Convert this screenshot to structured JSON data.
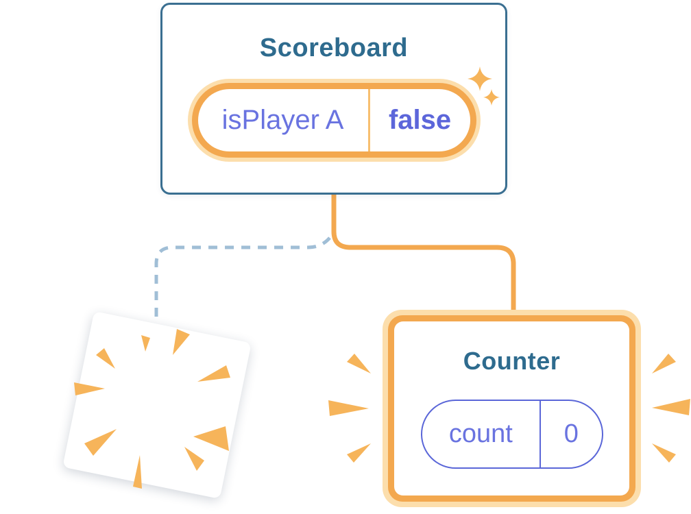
{
  "scoreboard": {
    "title": "Scoreboard",
    "state_pill": {
      "name": "isPlayer A",
      "value": "false"
    }
  },
  "counter": {
    "title": "Counter",
    "state_pill": {
      "name": "count",
      "value": "0"
    }
  },
  "icons": {
    "sparkles": "sparkles-icon",
    "poof_burst": "poof-burst-icon",
    "emphasis_rays": "emphasis-rays-icon"
  },
  "colors": {
    "card_border_blue": "#3a6f91",
    "title_text": "#2e6b8e",
    "purple_text": "#6973e0",
    "purple_bold_text": "#5c66da",
    "purple_border": "#5a66d8",
    "orange": "#f3a84f",
    "orange_glow": "#fcdeac",
    "orange_divider": "#f7bf70",
    "orange_rays": "#f6b45a",
    "dashed_line_blue": "#a0bed6"
  }
}
